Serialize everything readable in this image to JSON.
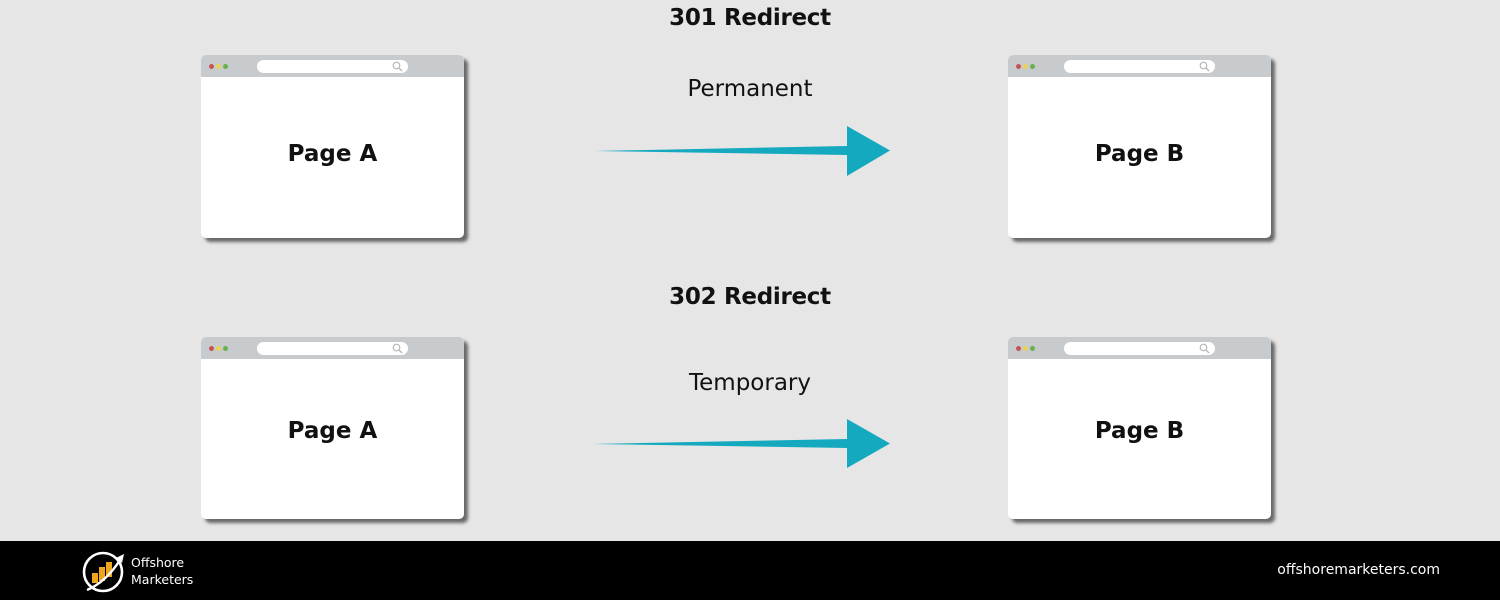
{
  "sections": [
    {
      "title": "301 Redirect",
      "label": "Permanent",
      "source": {
        "label": "Page A"
      },
      "target": {
        "label": "Page B"
      }
    },
    {
      "title": "302 Redirect",
      "label": "Temporary",
      "source": {
        "label": "Page A"
      },
      "target": {
        "label": "Page B"
      }
    }
  ],
  "colors": {
    "background": "#e6e6e6",
    "arrow": "#14a9bf",
    "browser_bar": "#c8cbcd",
    "dot_red": "#c65454",
    "dot_yellow": "#e8d25a",
    "dot_green": "#6ab04c",
    "footer": "#000000"
  },
  "footer": {
    "brand_line1": "Offshore",
    "brand_line2": "Marketers",
    "website": "offshoremarketers.com"
  }
}
